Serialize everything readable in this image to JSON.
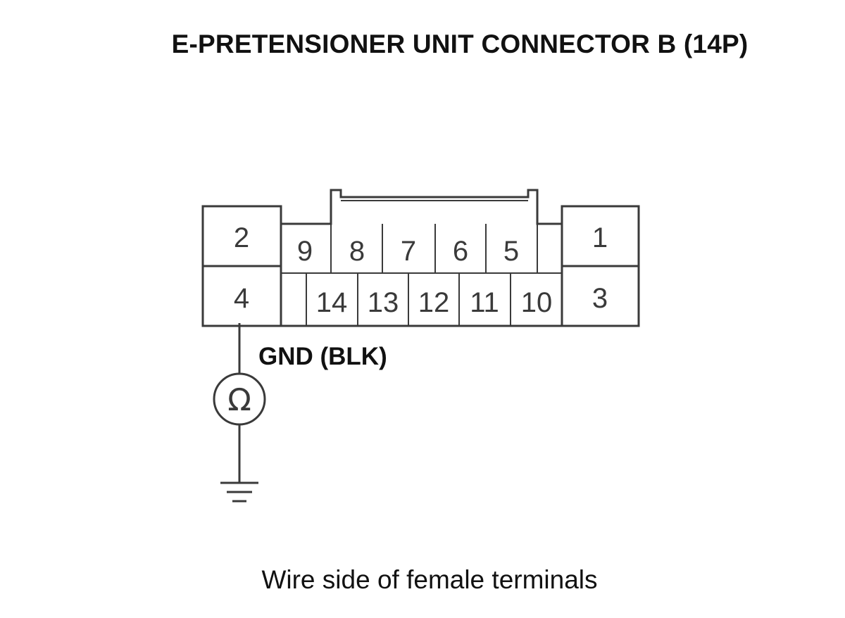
{
  "title": "E-PRETENSIONER UNIT CONNECTOR B (14P)",
  "caption": "Wire side of female terminals",
  "probe": {
    "label": "GND (BLK)",
    "meter_symbol": "Ω",
    "meter_icon": "ohmmeter-icon",
    "ground_icon": "ground-icon",
    "connected_terminal": "4"
  },
  "connector": {
    "pin_count": "14P",
    "terminals": [
      "1",
      "2",
      "3",
      "4",
      "5",
      "6",
      "7",
      "8",
      "9",
      "10",
      "11",
      "12",
      "13",
      "14"
    ]
  },
  "colors": {
    "line": "#3a3a3a",
    "text": "#111111",
    "background": "#ffffff"
  }
}
